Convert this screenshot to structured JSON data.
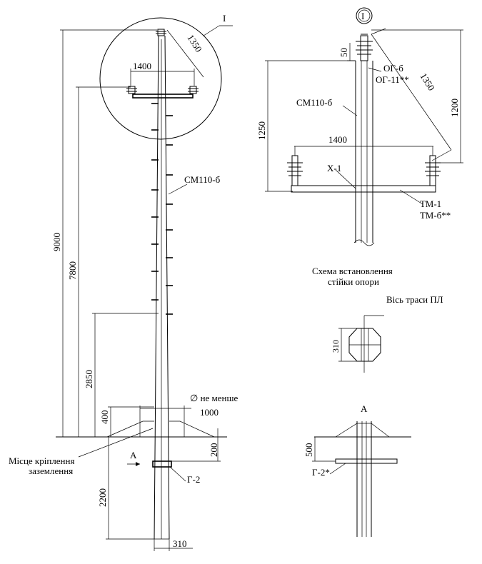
{
  "left_view": {
    "callout_circle_label": "I",
    "dim_1350": "1350",
    "dim_1400": "1400",
    "pole_label": "СМ110-б",
    "dim_9000": "9000",
    "dim_7800": "7800",
    "dim_2850": "2850",
    "dim_400": "400",
    "diameter_note": "∅ не менше",
    "dim_1000": "1000",
    "dim_200": "200",
    "ground_label_line1": "Місце кріплення",
    "ground_label_line2": "заземлення",
    "section_marker": "А",
    "clamp_label": "Г-2",
    "dim_2200": "2200",
    "dim_310": "310"
  },
  "detail_view": {
    "detail_marker": "I",
    "dim_50": "50",
    "label_og6": "ОГ-б",
    "label_og11": "ОГ-11**",
    "dim_1350": "1350",
    "pole_label": "СМ110-б",
    "dim_1200": "1200",
    "dim_1250": "1250",
    "dim_1400": "1400",
    "label_x1": "Х-1",
    "label_tm1": "ТМ-1",
    "label_tm6": "ТМ-б**"
  },
  "scheme": {
    "title_line1": "Схема встановлення",
    "title_line2": "стійки опори",
    "axis_label": "Вісь траси ПЛ",
    "dim_310": "310"
  },
  "section_a": {
    "title": "А",
    "dim_500": "500",
    "clamp_label": "Г-2*"
  }
}
